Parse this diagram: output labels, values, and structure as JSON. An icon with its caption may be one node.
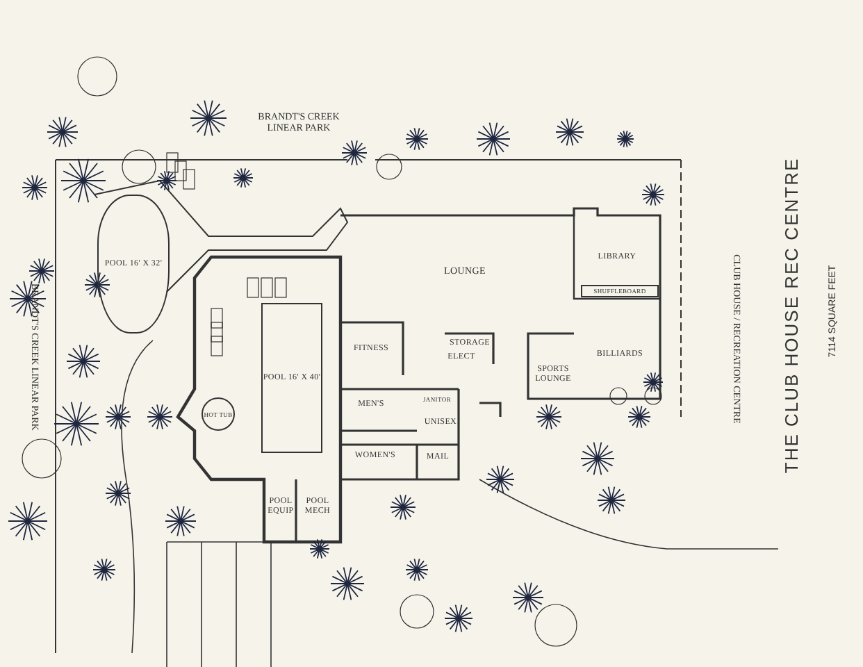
{
  "diagram": {
    "title": "THE CLUB HOUSE REC CENTRE",
    "nodes": [
      {
        "text": [
          "POOL 16' X 32'"
        ]
      },
      {
        "text": [
          "POOL 16' X 40'"
        ]
      },
      {
        "text": [
          "HOT TUB"
        ]
      },
      {
        "text": [
          "LOUNGE"
        ]
      },
      {
        "text": [
          "LIBRARY"
        ]
      },
      {
        "text": [
          "SHUFFLEBOARD"
        ]
      },
      {
        "text": [
          "BILLIARDS"
        ]
      },
      {
        "text": [
          "SPORTS LOUNGE"
        ]
      },
      {
        "text": [
          "FITNESS"
        ]
      },
      {
        "text": [
          "STORAGE"
        ]
      },
      {
        "text": [
          "ELECT"
        ]
      },
      {
        "text": [
          "MEN'S"
        ]
      },
      {
        "text": [
          "JANITOR"
        ]
      },
      {
        "text": [
          "UNISEX"
        ]
      },
      {
        "text": [
          "WOMEN'S"
        ]
      },
      {
        "text": [
          "MAIL"
        ]
      },
      {
        "text": [
          "POOL EQUIP"
        ]
      },
      {
        "text": [
          "POOL MECH"
        ]
      }
    ],
    "labels": [
      "BRANDT'S CREEK LINEAR PARK",
      "BRANDT'S CREEK LINEAR PARK",
      "CLUB HOUSE / RECREATION CENTRE",
      "7114 SQUARE FEET"
    ]
  }
}
